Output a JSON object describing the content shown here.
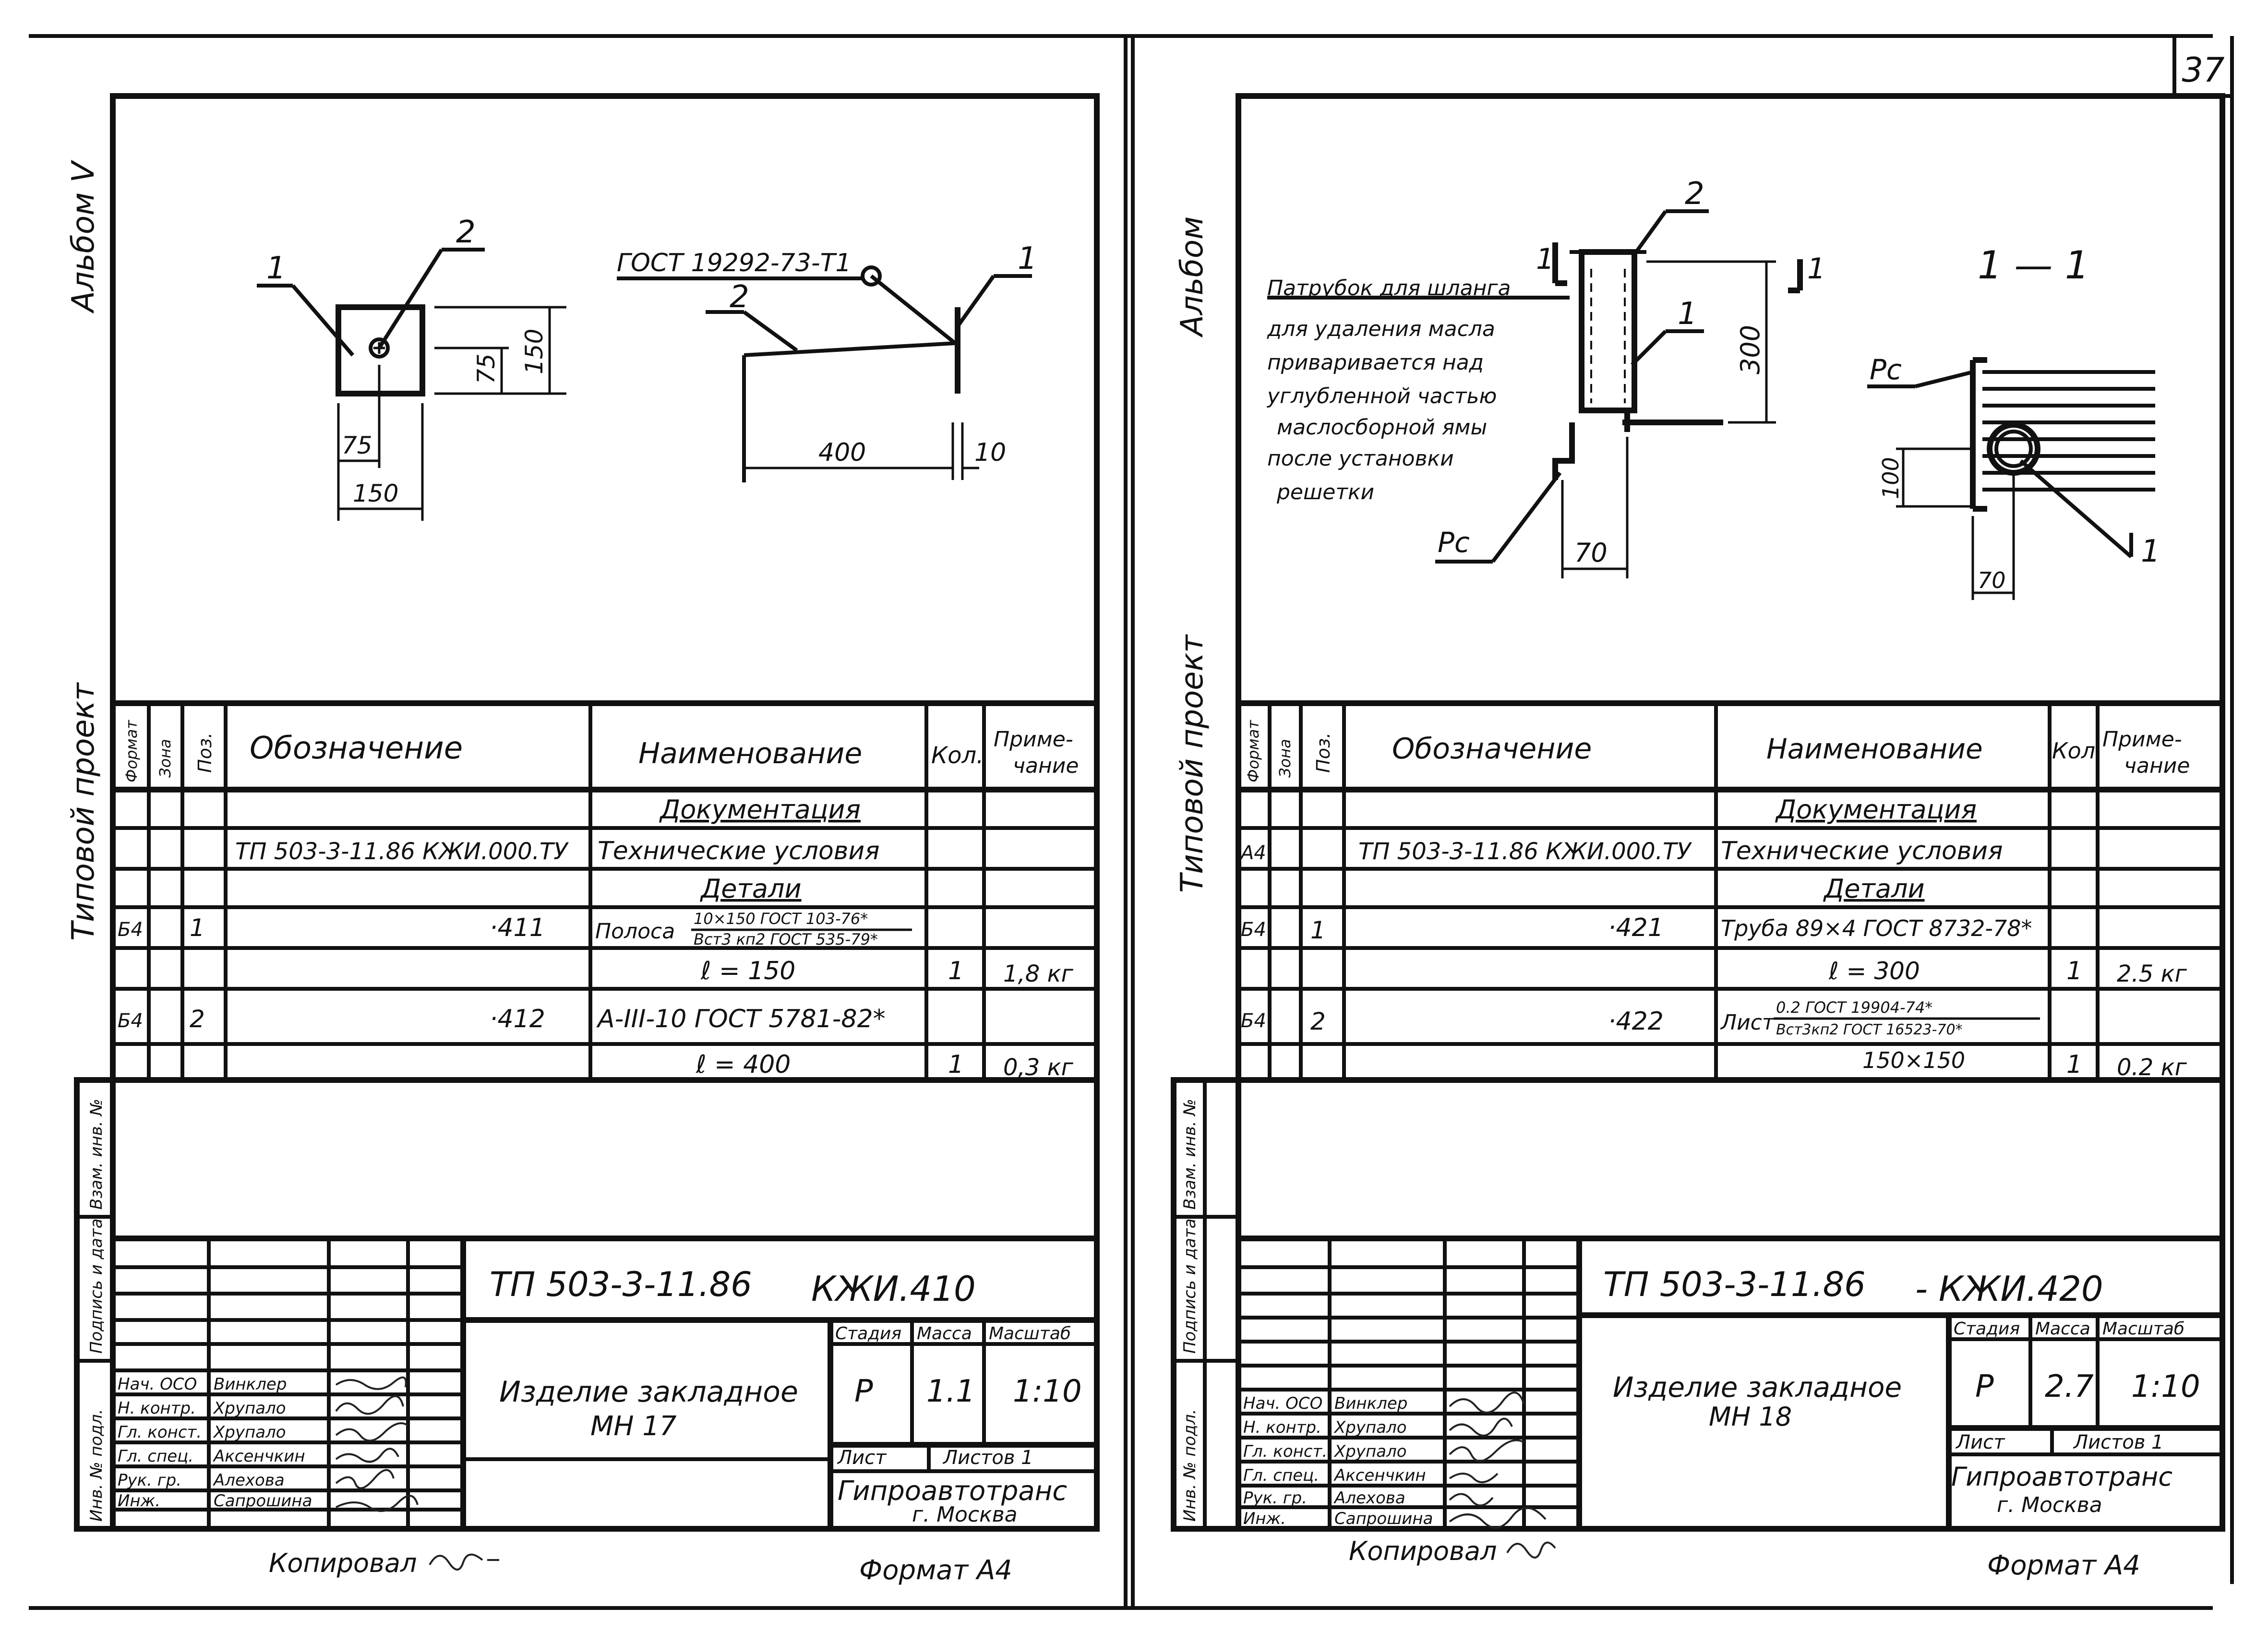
{
  "page_number": "37",
  "common": {
    "album_label": "Альбом",
    "project_label": "Типовой проект",
    "stamp_side": {
      "vzam": "Взам. инв. №",
      "podpis": "Подпись и дата",
      "inv": "Инв. № подл."
    },
    "spec_headers": {
      "format": "Формат",
      "zone": "Зона",
      "pos": "Поз.",
      "designation": "Обозначение",
      "name": "Наименование",
      "qty": "Кол.",
      "note_line1": "Приме-",
      "note_line2": "чание"
    },
    "title_labels": {
      "stage": "Стадия",
      "mass": "Масса",
      "scale": "Масштаб",
      "sheet": "Лист",
      "sheets": "Листов 1",
      "org": "Гипроавтотранс",
      "city": "г. Москва"
    },
    "staff": [
      {
        "role": "Нач. ОСО",
        "name": "Винклер"
      },
      {
        "role": "Н. контр.",
        "name": "Хрупало"
      },
      {
        "role": "Гл. конст.",
        "name": "Хрупало"
      },
      {
        "role": "Гл. спец.",
        "name": "Аксенчкин"
      },
      {
        "role": "Рук. гр.",
        "name": "Алехова"
      },
      {
        "role": "Инж.",
        "name": "Сапрошина"
      }
    ],
    "copied": "Копировал",
    "format": "Формат А4"
  },
  "left": {
    "album_label": "Альбом V",
    "drawing": {
      "leader1": "1",
      "leader2": "2",
      "dim_75_h": "75",
      "dim_150_h": "150",
      "dim_75_v": "75",
      "dim_150_v": "150",
      "gost_label": "ГОСТ 19292-73-Т1",
      "side_leader1": "1",
      "side_leader2": "2",
      "dim_400": "400",
      "dim_10": "10"
    },
    "spec_rows": {
      "section_docs": "Документация",
      "doc_designation": "ТП 503-3-11.86  КЖИ.000.ТУ",
      "doc_name": "Технические условия",
      "section_details": "Детали",
      "r1_format": "Б4",
      "r1_pos": "1",
      "r1_designation": "·411",
      "r1_name_prefix": "Полоса",
      "r1_name_num": "10×150 ГОСТ 103-76*",
      "r1_name_den": "Вст3 кп2 ГОСТ 535-79*",
      "r1b_name": "ℓ = 150",
      "r1_qty": "1",
      "r1_note": "1,8 кг",
      "r2_format": "Б4",
      "r2_pos": "2",
      "r2_designation": "·412",
      "r2_name": "А-III-10 ГОСТ 5781-82*",
      "r2b_name": "ℓ = 400",
      "r2_qty": "1",
      "r2_note": "0,3 кг"
    },
    "title": {
      "code_left": "ТП 503-3-11.86",
      "code_right": "КЖИ.410",
      "item_line1": "Изделие закладное",
      "item_line2": "МН 17",
      "stage_val": "Р",
      "mass_val": "1.1",
      "scale_val": "1:10"
    }
  },
  "right": {
    "drawing": {
      "leader2": "2",
      "leader1": "1",
      "cut_mark": "1",
      "cut_mark2": "1",
      "dim_300": "300",
      "dim_70": "70",
      "pc_label": "Рс",
      "note_lines": [
        "Патрубок для шланга",
        "для удаления масла",
        "приваривается над",
        "углубленной частью",
        "маслосборной ямы",
        "после установки",
        "решетки"
      ],
      "section_title": "1 — 1",
      "sec_pc_label": "Рс",
      "sec_dim_100": "100",
      "sec_dim_70": "70",
      "sec_leader1": "1"
    },
    "spec_rows": {
      "section_docs": "Документация",
      "doc_format": "А4",
      "doc_designation": "ТП 503-3-11.86  КЖИ.000.ТУ",
      "doc_name": "Технические условия",
      "section_details": "Детали",
      "r1_format": "Б4",
      "r1_pos": "1",
      "r1_designation": "·421",
      "r1_name": "Труба 89×4 ГОСТ 8732-78*",
      "r1b_name": "ℓ = 300",
      "r1_qty": "1",
      "r1_note": "2.5 кг",
      "r2_format": "Б4",
      "r2_pos": "2",
      "r2_designation": "·422",
      "r2_name_prefix": "Лист",
      "r2_name_num": "0.2 ГОСТ 19904-74*",
      "r2_name_den": "Вст3кп2 ГОСТ 16523-70*",
      "r2b_name": "150×150",
      "r2_qty": "1",
      "r2_note": "0.2 кг"
    },
    "title": {
      "code_left": "ТП 503-3-11.86",
      "code_right": "- КЖИ.420",
      "item_line1": "Изделие закладное",
      "item_line2": "МН 18",
      "stage_val": "Р",
      "mass_val": "2.7",
      "scale_val": "1:10"
    }
  }
}
